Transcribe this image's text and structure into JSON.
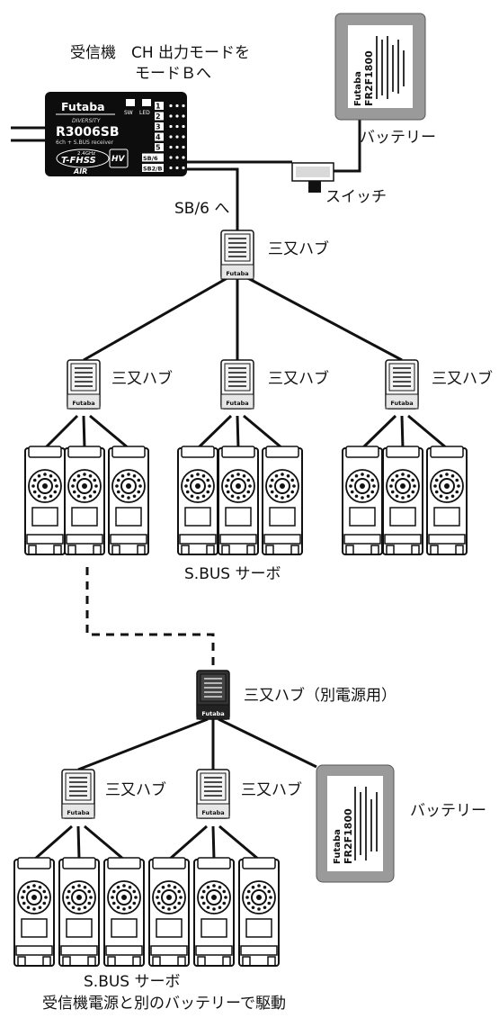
{
  "receiver": {
    "caption_line1": "受信機　CH 出力モードを",
    "caption_line2": "モードＢへ",
    "brand": "Futaba",
    "series": "DIVERSITY",
    "model": "R3006SB",
    "subtitle": "6ch + S.BUS receiver",
    "protocol": "T-FHSS",
    "band": "2.4GHz",
    "air": "AIR",
    "hv": "HV",
    "sw_label": "SW",
    "led_label": "LED",
    "ports": [
      "1",
      "2",
      "3",
      "4",
      "5",
      "SB/6",
      "SB2/B"
    ]
  },
  "battery": {
    "brand": "Futaba",
    "model": "FR2F1800",
    "label": "バッテリー"
  },
  "switch": {
    "label": "スイッチ"
  },
  "connection_label": "SB/6 へ",
  "hubs": {
    "label": "三又ハブ",
    "brand": "Futaba",
    "powered_label": "三又ハブ（別電源用）"
  },
  "servo_group_label": "S.BUS サーボ",
  "bottom_caption": {
    "line1": "S.BUS サーボ",
    "line2": "受信機電源と別のバッテリーで駆動"
  },
  "colors": {
    "wire": "#111111",
    "receiver_body": "#0d0d0d",
    "hub_body": "#ffffff",
    "powered_hub_body": "#333333",
    "battery_case": "#9a9a9a"
  }
}
